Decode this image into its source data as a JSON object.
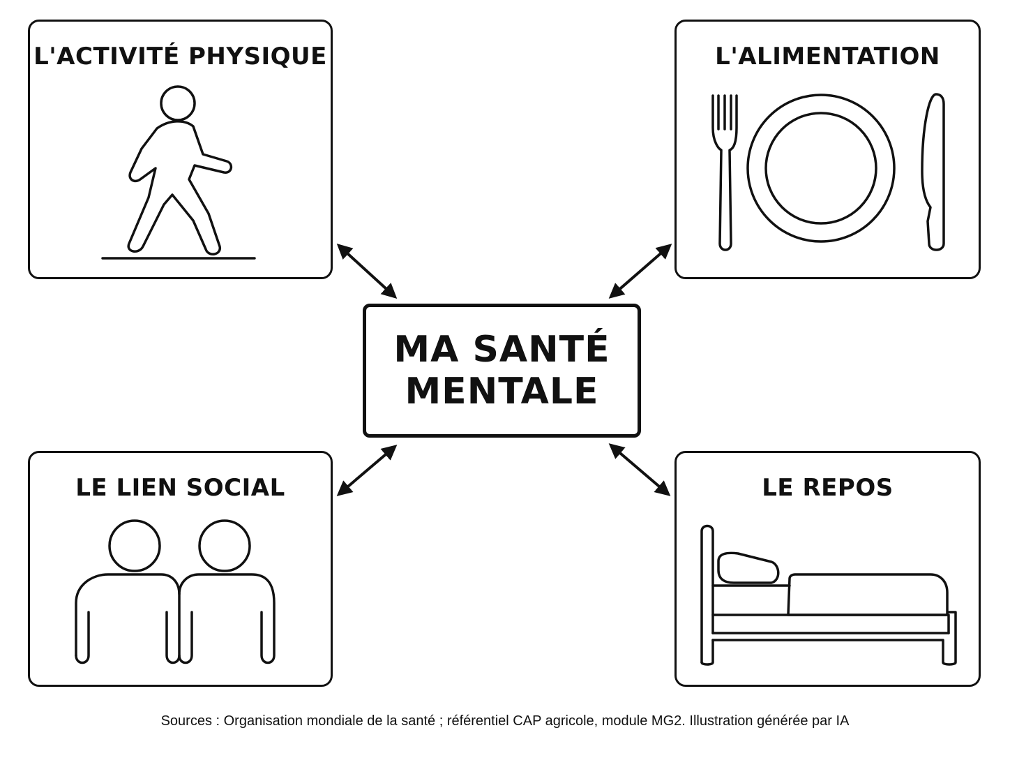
{
  "center": {
    "line1": "MA SANTÉ",
    "line2": "MENTALE"
  },
  "boxes": {
    "activity": {
      "title": "L'ACTIVITÉ PHYSIQUE",
      "icon": "walking-person-icon"
    },
    "food": {
      "title": "L'ALIMENTATION",
      "icon": "plate-fork-knife-icon"
    },
    "social": {
      "title": "LE LIEN SOCIAL",
      "icon": "two-people-icon"
    },
    "rest": {
      "title": "LE REPOS",
      "icon": "bed-icon"
    }
  },
  "footer": {
    "sources": "Sources : Organisation mondiale de la santé ; référentiel CAP agricole, module MG2. Illustration générée par IA"
  },
  "colors": {
    "line": "#111111",
    "background": "#ffffff"
  }
}
